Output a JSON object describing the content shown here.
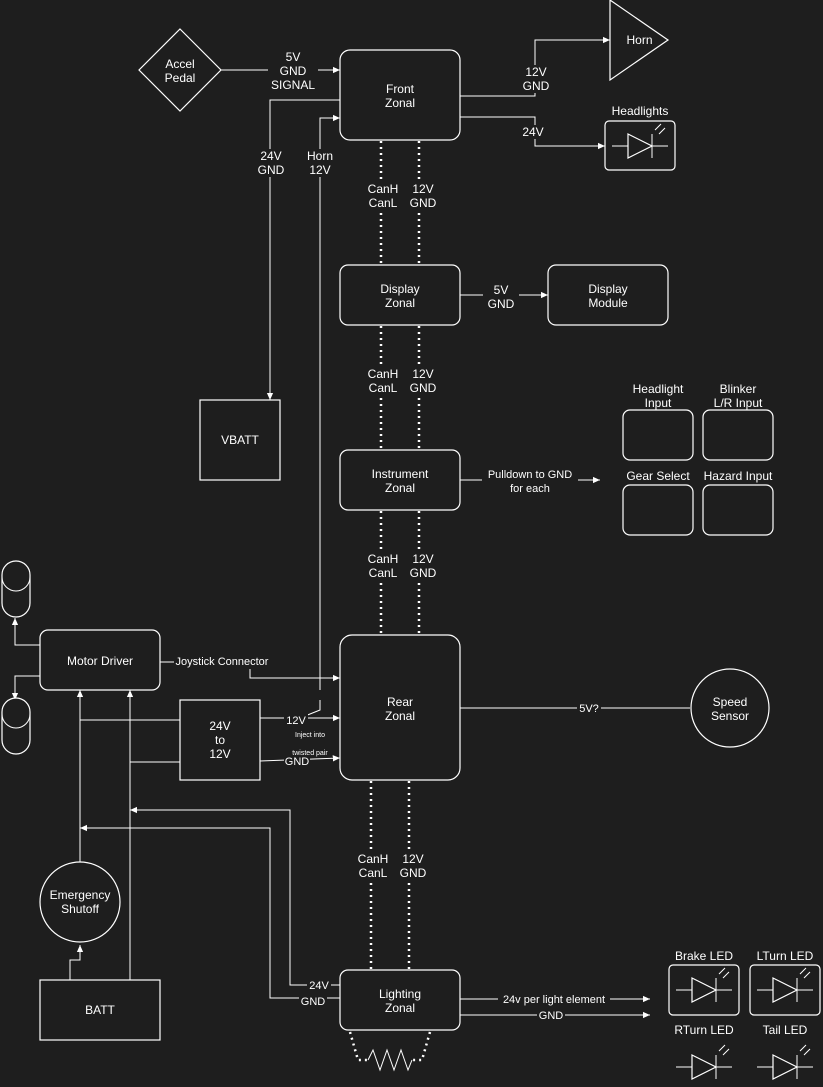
{
  "nodes": {
    "accel_pedal": "Accel\nPedal",
    "front_zonal": "Front\nZonal",
    "horn": "Horn",
    "headlights": "Headlights",
    "display_zonal": "Display\nZonal",
    "display_module": "Display\nModule",
    "vbatt": "VBATT",
    "instrument_zonal": "Instrument\nZonal",
    "headlight_input": "Headlight\nInput",
    "blinker_input": "Blinker\nL/R Input",
    "gear_select": "Gear Select",
    "hazard_input": "Hazard Input",
    "motor_driver": "Motor Driver",
    "rear_zonal": "Rear\nZonal",
    "speed_sensor": "Speed\nSensor",
    "converter": "24V\nto\n12V",
    "emergency_shutoff": "Emergency\nShutoff",
    "batt": "BATT",
    "lighting_zonal": "Lighting\nZonal",
    "brake_led": "Brake LED",
    "lturn_led": "LTurn LED",
    "rturn_led": "RTurn LED",
    "tail_led": "Tail LED"
  },
  "edge_labels": {
    "pedal_signals": "5V\nGND\nSIGNAL",
    "horn_power": "12V\nGND",
    "headlight_power": "24V",
    "vbatt_power": "24V\nGND",
    "horn_line": "Horn\n12V",
    "can_1": "CanH\nCanL",
    "pwr_1": "12V\nGND",
    "display_power": "5V\nGND",
    "can_2": "CanH\nCanL",
    "pwr_2": "12V\nGND",
    "pulldown": "Pulldown to GND\nfor each",
    "can_3": "CanH\nCanL",
    "pwr_3": "12V\nGND",
    "joystick": "Joystick Connector",
    "conv_12v": "12V",
    "inject_note": "Inject into\n\ntwisted pair",
    "conv_gnd": "GND",
    "speed_5v": "5V?",
    "can_4": "CanH\nCanL",
    "pwr_4": "12V\nGND",
    "lighting_24v": "24V",
    "lighting_gnd": "GND",
    "per_light": "24v per light element",
    "led_gnd": "GND"
  }
}
